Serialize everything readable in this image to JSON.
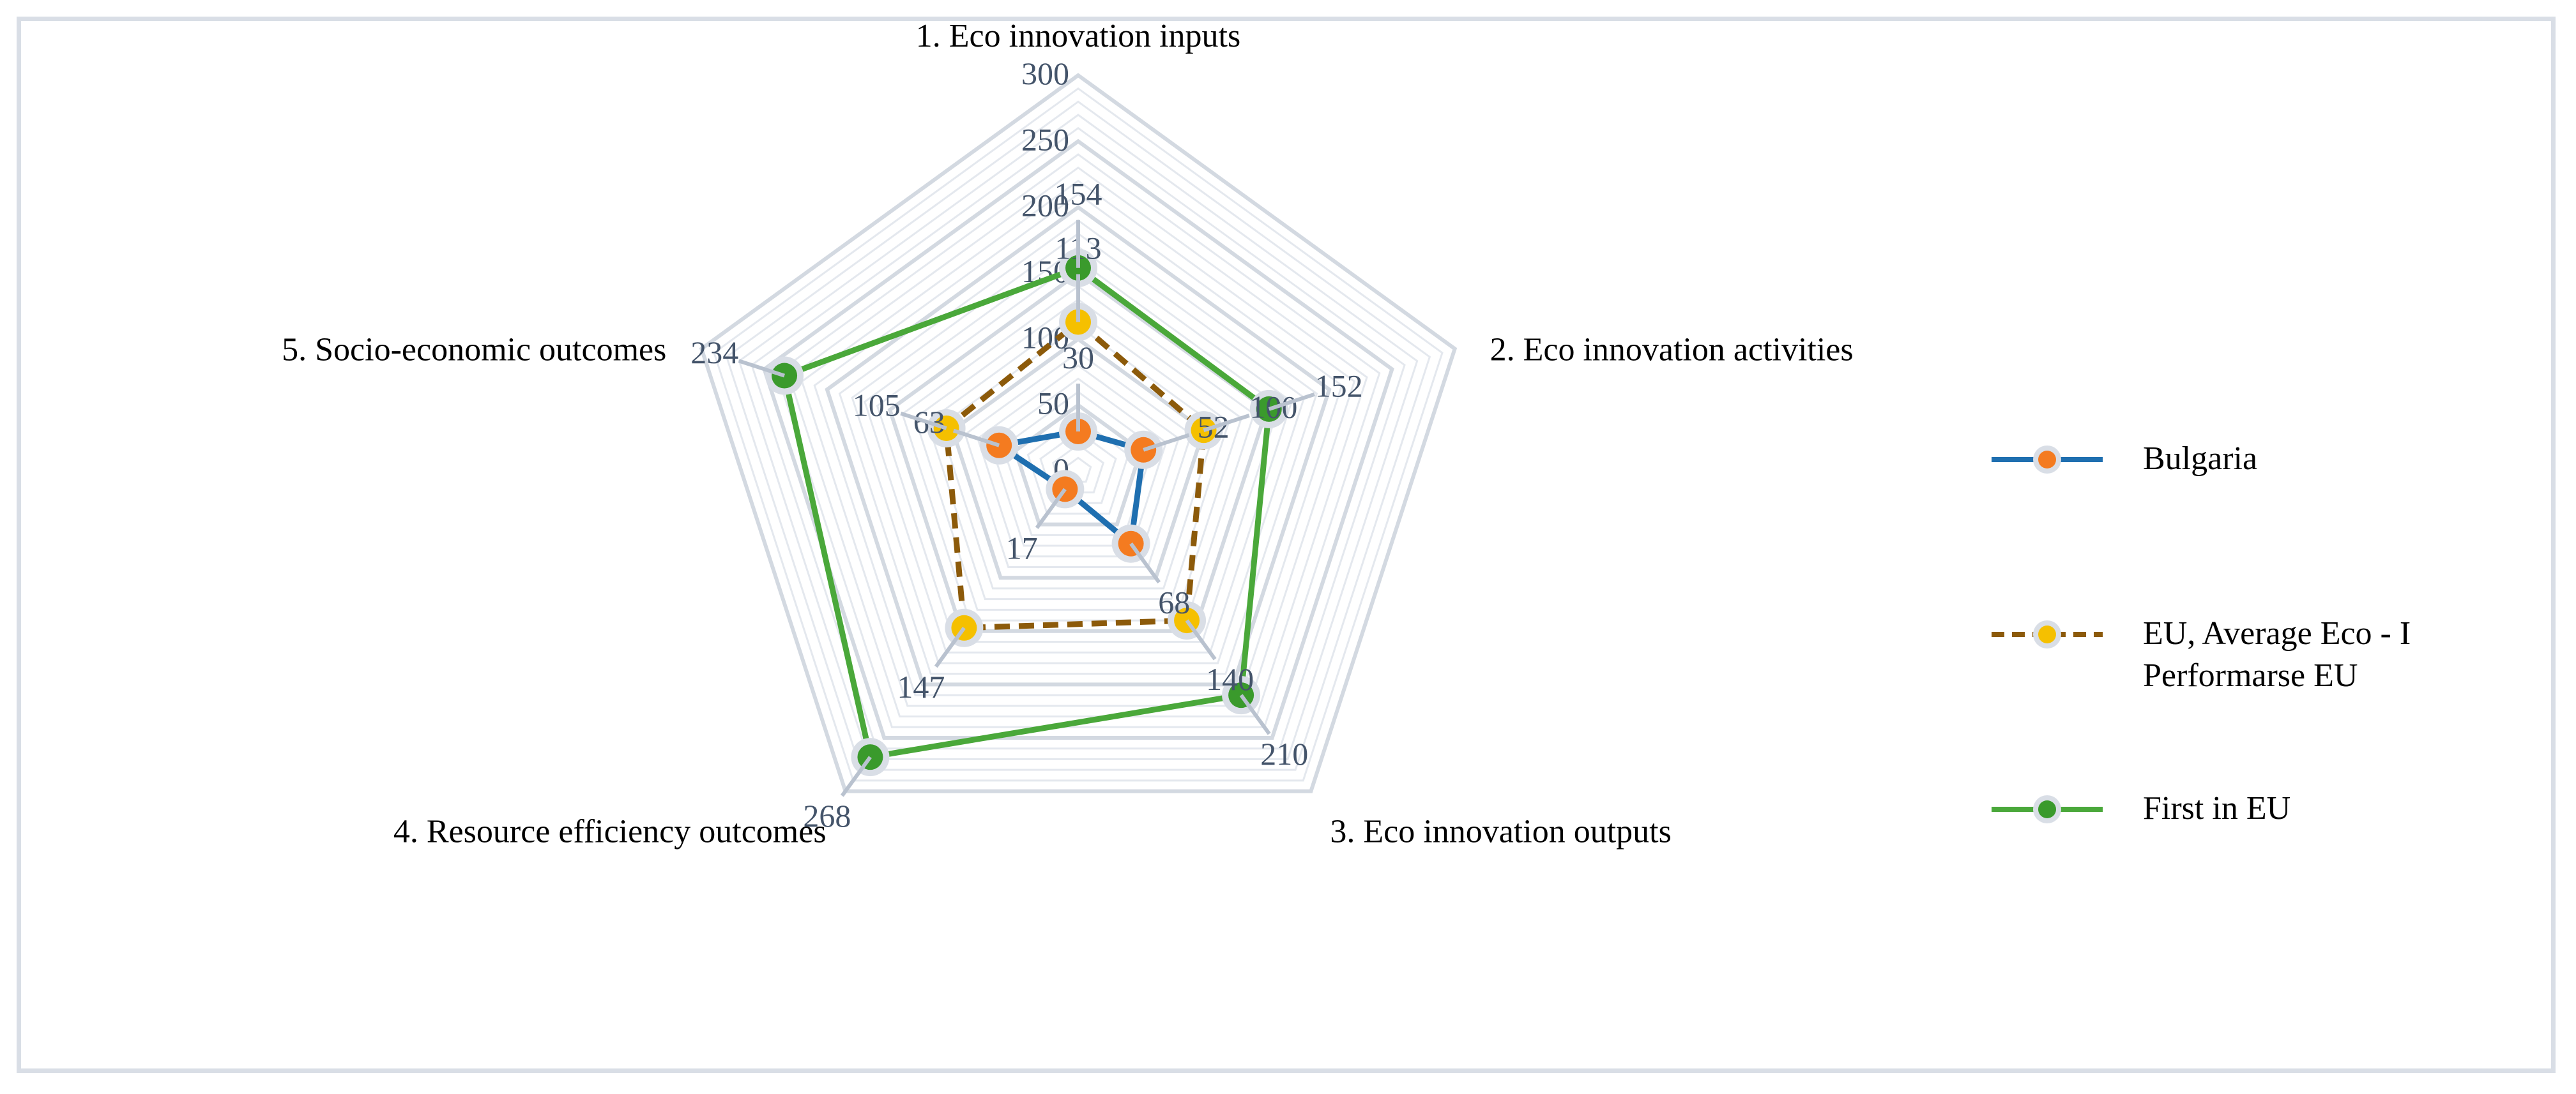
{
  "chart_data": {
    "type": "radar",
    "axes": [
      "1. Eco innovation inputs",
      "2. Eco innovation activities",
      "3. Eco innovation outputs",
      "4. Resource efficiency outcomes",
      "5. Socio-economic outcomes"
    ],
    "rlim": [
      0,
      300
    ],
    "ticks": [
      0,
      50,
      100,
      150,
      200,
      250,
      300
    ],
    "tick_labels": [
      "0",
      "50",
      "100",
      "150",
      "200",
      "250",
      "300"
    ],
    "grid": true,
    "legend_position": "right",
    "series": [
      {
        "name": "Bulgaria",
        "values": [
          30,
          52,
          68,
          17,
          63
        ],
        "labels": [
          "30",
          "52",
          "68",
          "17",
          "63"
        ],
        "color": "#1f6fb0",
        "marker": "#f47b20",
        "dash": "solid"
      },
      {
        "name": "EU, Average Eco - I Performarse EU",
        "values": [
          113,
          100,
          140,
          147,
          105
        ],
        "labels": [
          "113",
          "100",
          "140",
          "147",
          "105"
        ],
        "color": "#8c5a0a",
        "marker": "#f5c000",
        "dash": "dashed"
      },
      {
        "name": "First in EU",
        "values": [
          154,
          152,
          210,
          268,
          234
        ],
        "labels": [
          "154",
          "152",
          "210",
          "268",
          "234"
        ],
        "color": "#4aa83a",
        "marker": "#3a9a2c",
        "dash": "solid"
      }
    ]
  },
  "legend": {
    "items": [
      {
        "lines": [
          "Bulgaria"
        ]
      },
      {
        "lines": [
          "EU, Average Eco - I",
          "Performarse EU"
        ]
      },
      {
        "lines": [
          "First in EU"
        ]
      }
    ]
  }
}
